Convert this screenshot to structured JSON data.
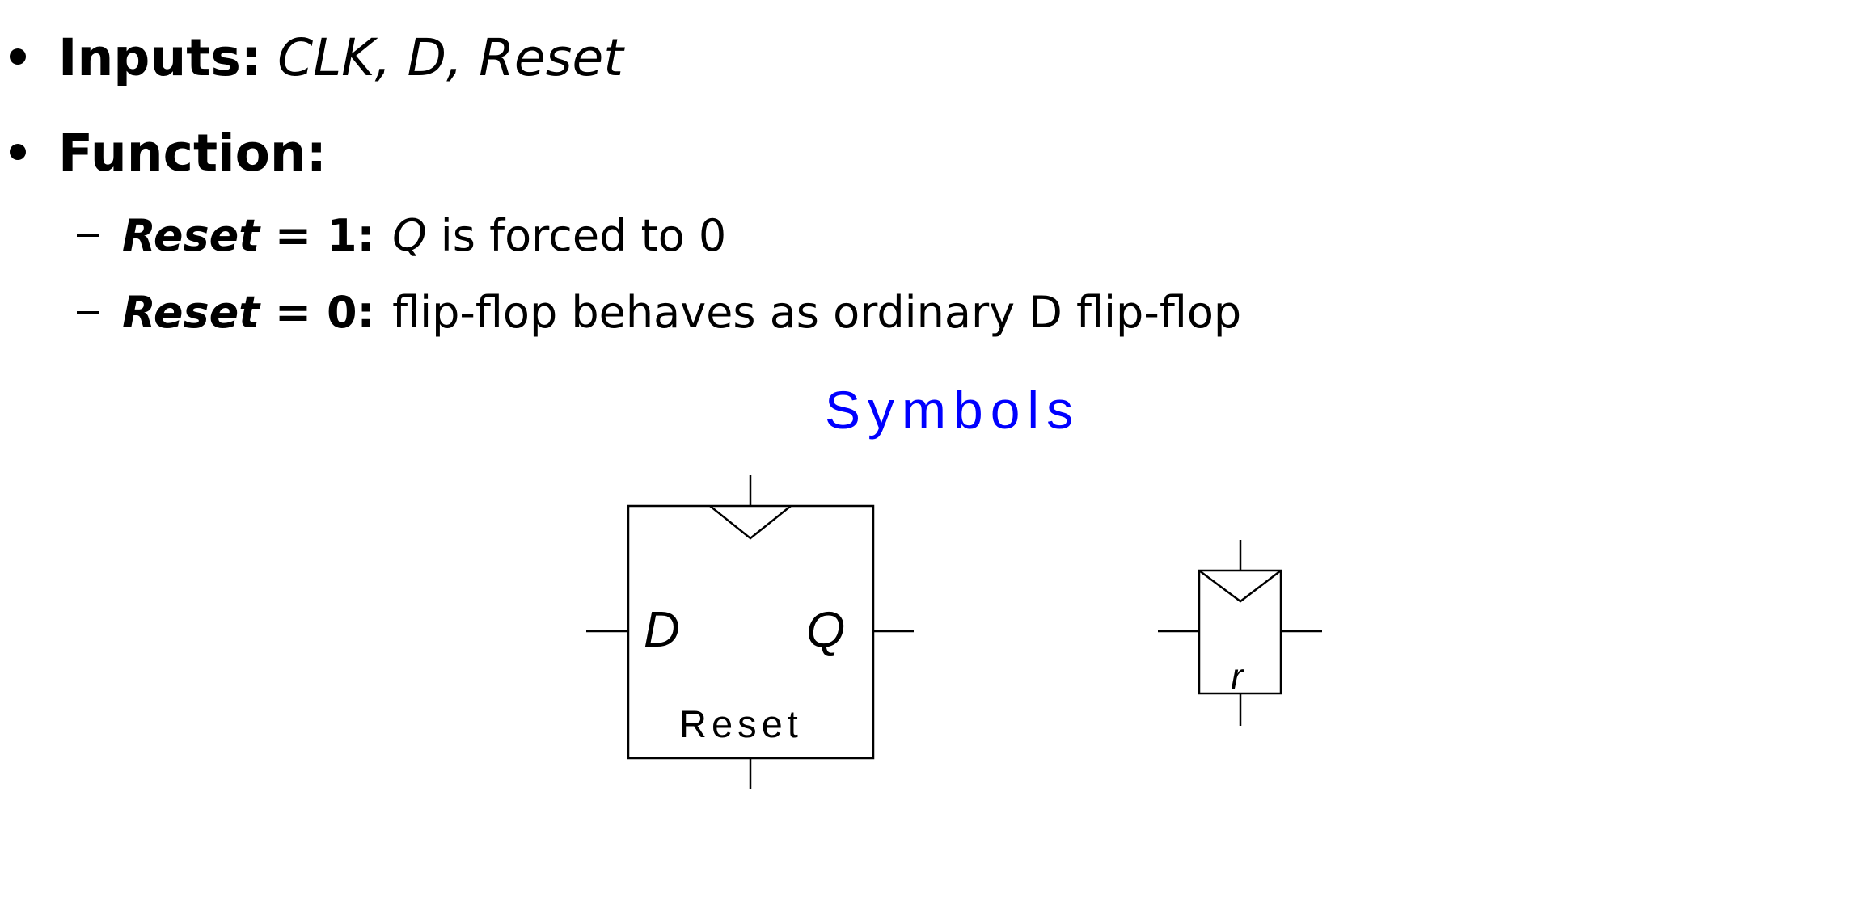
{
  "bullets": {
    "inputs": {
      "label": "Inputs:",
      "value": "CLK, D, Reset"
    },
    "function": {
      "label": "Function:"
    }
  },
  "sub_items": [
    {
      "name": "Reset",
      "condition": " = 1:",
      "rest_prefix": "Q",
      "rest": " is forced to 0"
    },
    {
      "name": "Reset",
      "condition": " = 0:",
      "rest_prefix": "",
      "rest": "flip-flop behaves as ordinary D flip-flop"
    }
  ],
  "symbols": {
    "title": "Symbols",
    "title_color": "#0000ff",
    "large": {
      "d_label": "D",
      "q_label": "Q",
      "reset_label": "Reset"
    },
    "small": {
      "reset_label": "r"
    }
  }
}
